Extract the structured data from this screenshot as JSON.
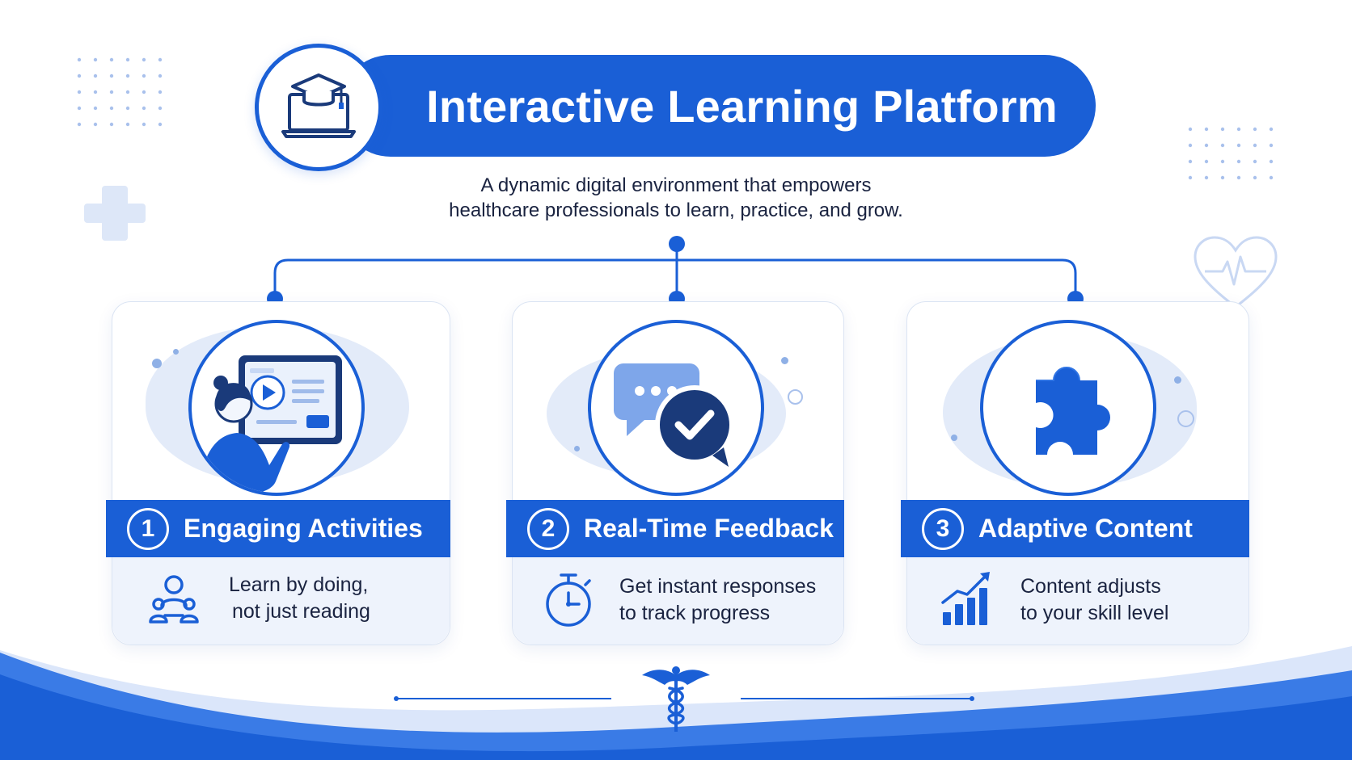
{
  "header": {
    "title": "Interactive Learning Platform",
    "subtitle_line1": "A dynamic digital environment that empowers",
    "subtitle_line2": "healthcare professionals to learn, practice, and grow.",
    "icon": "graduation-laptop-icon"
  },
  "cards": [
    {
      "number": "1",
      "title": "Engaging Activities",
      "desc_line1": "Learn by doing,",
      "desc_line2": "not just reading",
      "illustration": "person-touchscreen-icon",
      "small_icon": "people-icon"
    },
    {
      "number": "2",
      "title": "Real-Time Feedback",
      "desc_line1": "Get instant responses",
      "desc_line2": "to track progress",
      "illustration": "chat-check-icon",
      "small_icon": "stopwatch-icon"
    },
    {
      "number": "3",
      "title": "Adaptive Content",
      "desc_line1": "Content adjusts",
      "desc_line2": "to your skill level",
      "illustration": "puzzle-piece-icon",
      "small_icon": "growth-chart-icon"
    }
  ],
  "decor": {
    "corner_left": "plus-icon",
    "corner_right": "heartbeat-icon",
    "footer": "caduceus-icon"
  },
  "colors": {
    "primary": "#1a5fd6",
    "light": "#eef3fc",
    "text": "#1a2340"
  }
}
